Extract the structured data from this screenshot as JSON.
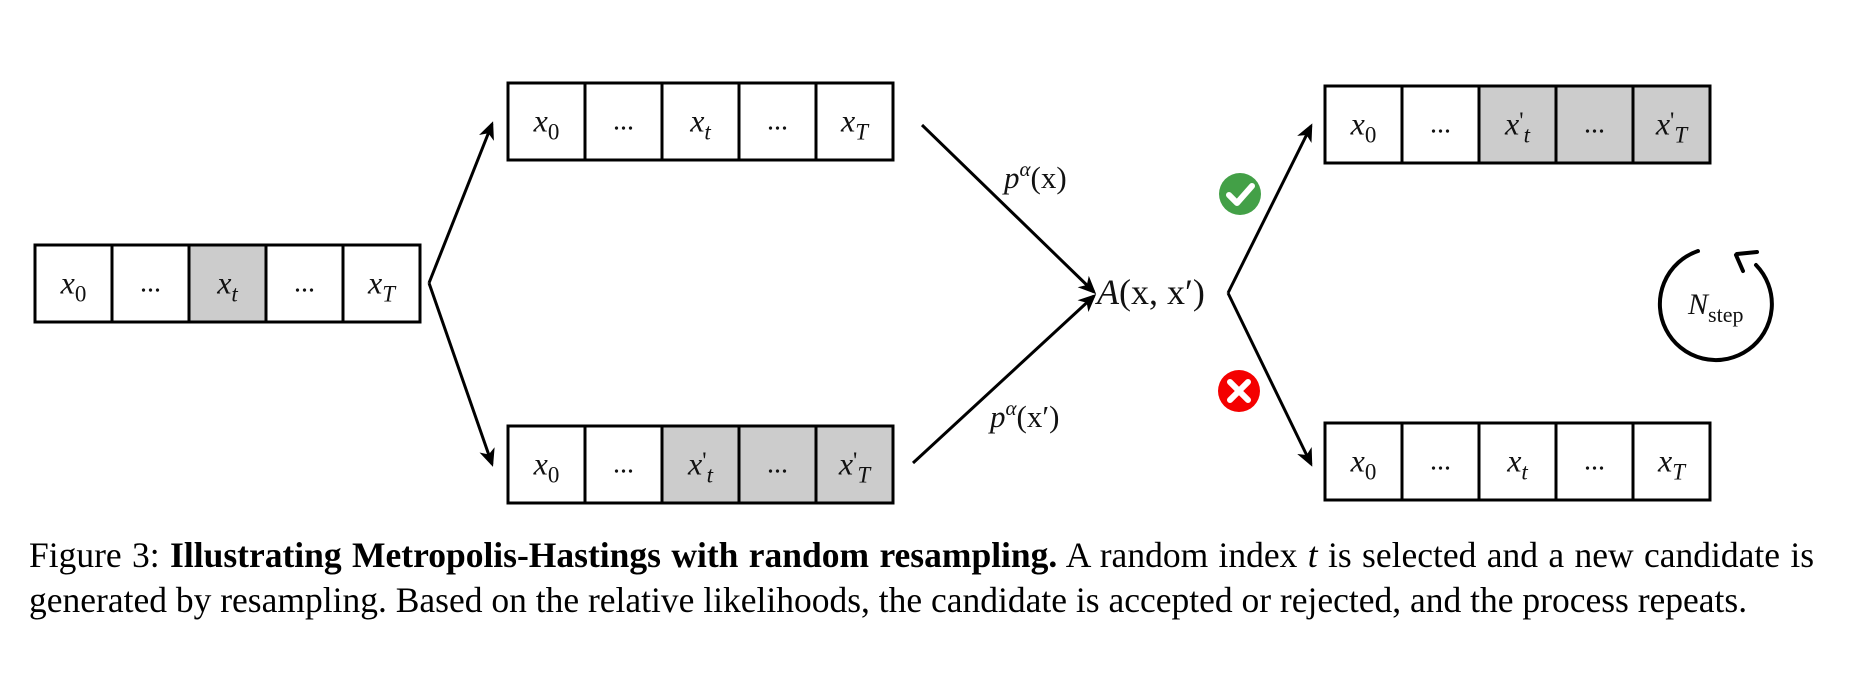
{
  "diagram": {
    "rows": {
      "input": {
        "cells": [
          {
            "base": "x",
            "prime": "",
            "sub": "0",
            "shaded": false
          },
          {
            "base": "...",
            "prime": "",
            "sub": "",
            "shaded": false
          },
          {
            "base": "x",
            "prime": "",
            "sub": "t",
            "shaded": true
          },
          {
            "base": "...",
            "prime": "",
            "sub": "",
            "shaded": false
          },
          {
            "base": "x",
            "prime": "",
            "sub": "T",
            "shaded": false
          }
        ]
      },
      "current": {
        "cells": [
          {
            "base": "x",
            "prime": "",
            "sub": "0",
            "shaded": false
          },
          {
            "base": "...",
            "prime": "",
            "sub": "",
            "shaded": false
          },
          {
            "base": "x",
            "prime": "",
            "sub": "t",
            "shaded": false
          },
          {
            "base": "...",
            "prime": "",
            "sub": "",
            "shaded": false
          },
          {
            "base": "x",
            "prime": "",
            "sub": "T",
            "shaded": false
          }
        ]
      },
      "candidate": {
        "cells": [
          {
            "base": "x",
            "prime": "",
            "sub": "0",
            "shaded": false
          },
          {
            "base": "...",
            "prime": "",
            "sub": "",
            "shaded": false
          },
          {
            "base": "x",
            "prime": "'",
            "sub": "t",
            "shaded": true
          },
          {
            "base": "...",
            "prime": "",
            "sub": "",
            "shaded": true
          },
          {
            "base": "x",
            "prime": "'",
            "sub": "T",
            "shaded": true
          }
        ]
      },
      "accepted": {
        "cells": [
          {
            "base": "x",
            "prime": "",
            "sub": "0",
            "shaded": false
          },
          {
            "base": "...",
            "prime": "",
            "sub": "",
            "shaded": false
          },
          {
            "base": "x",
            "prime": "'",
            "sub": "t",
            "shaded": true
          },
          {
            "base": "...",
            "prime": "",
            "sub": "",
            "shaded": true
          },
          {
            "base": "x",
            "prime": "'",
            "sub": "T",
            "shaded": true
          }
        ]
      },
      "rejected": {
        "cells": [
          {
            "base": "x",
            "prime": "",
            "sub": "0",
            "shaded": false
          },
          {
            "base": "...",
            "prime": "",
            "sub": "",
            "shaded": false
          },
          {
            "base": "x",
            "prime": "",
            "sub": "t",
            "shaded": false
          },
          {
            "base": "...",
            "prime": "",
            "sub": "",
            "shaded": false
          },
          {
            "base": "x",
            "prime": "",
            "sub": "T",
            "shaded": false
          }
        ]
      }
    },
    "labels": {
      "p_x": {
        "base": "p",
        "sup": "α",
        "arg": "(x)"
      },
      "p_xprime": {
        "base": "p",
        "sup": "α",
        "arg": "(x′)"
      },
      "acceptance": {
        "fn": "A",
        "args": "(x, x′)"
      },
      "loop": {
        "base": "N",
        "sub": "step"
      }
    },
    "icons": {
      "accept": {
        "name": "check-circle-icon",
        "color": "#43a047"
      },
      "reject": {
        "name": "x-circle-icon",
        "color": "#f40000"
      },
      "loop": {
        "name": "circular-arrow-icon"
      }
    },
    "colors": {
      "shaded_cell": "#cccccc",
      "cell_fill": "#ffffff",
      "stroke": "#000000"
    }
  },
  "caption": {
    "prefix": "Figure 3: ",
    "title": "Illustrating Metropolis-Hastings with random resampling.",
    "body_part1": " A random index ",
    "body_var": "t",
    "body_part2": " is selected and a new candidate is generated by resampling.  Based on the relative likelihoods, the candidate is accepted or rejected, and the process repeats."
  }
}
